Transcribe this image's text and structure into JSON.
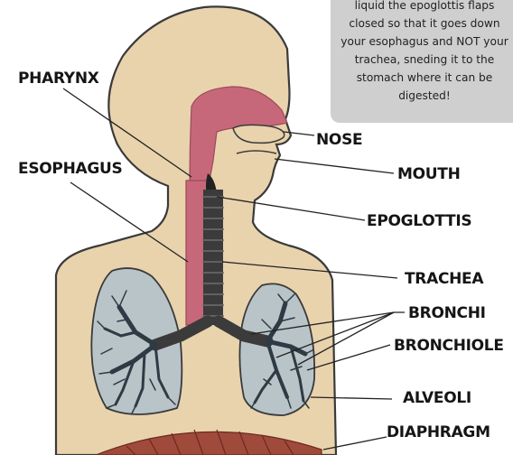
{
  "note": {
    "text": "liquid the epoglottis flaps closed so that it goes down your esophagus and NOT your trachea, sneding it to the stomach where it can be digested!"
  },
  "labels": {
    "pharynx": "PHARYNX",
    "esophagus": "ESOPHAGUS",
    "nose": "NOSE",
    "mouth": "MOUTH",
    "epoglottis": "EPOGLOTTIS",
    "trachea": "TRACHEA",
    "bronchi": "BRONCHI",
    "bronchiole": "BRONCHIOLE",
    "alveoli": "ALVEOLI",
    "diaphragm": "DIAPHRAGM"
  },
  "colors": {
    "skin": "#e9d3ad",
    "skin_outline": "#3a3a3a",
    "airway": "#c7687a",
    "trachea_rings": "#3b3b3b",
    "lung_fill": "#b9c4c8",
    "bronchi_tree": "#2e3a44",
    "diaphragm": "#a04a3c",
    "note_bg": "#cfcfcf"
  }
}
